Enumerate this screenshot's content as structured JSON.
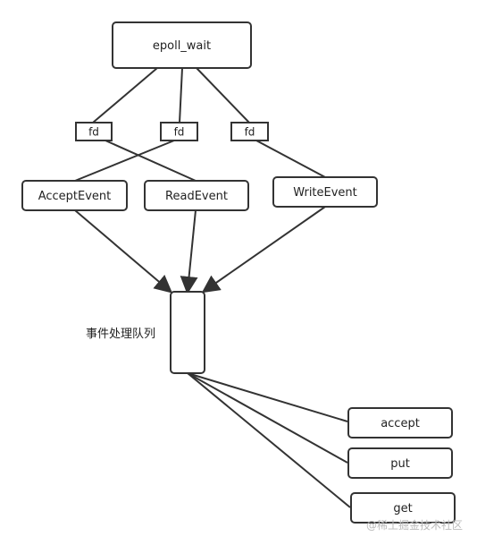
{
  "nodes": {
    "epoll_wait": "epoll_wait",
    "fd_1": "fd",
    "fd_2": "fd",
    "fd_3": "fd",
    "accept_event": "AcceptEvent",
    "read_event": "ReadEvent",
    "write_event": "WriteEvent",
    "queue_label": "事件处理队列",
    "accept": "accept",
    "put": "put",
    "get": "get"
  },
  "watermark": "@稀土掘金技术社区",
  "colors": {
    "stroke": "#333333",
    "text": "#222222",
    "background": "#ffffff"
  }
}
